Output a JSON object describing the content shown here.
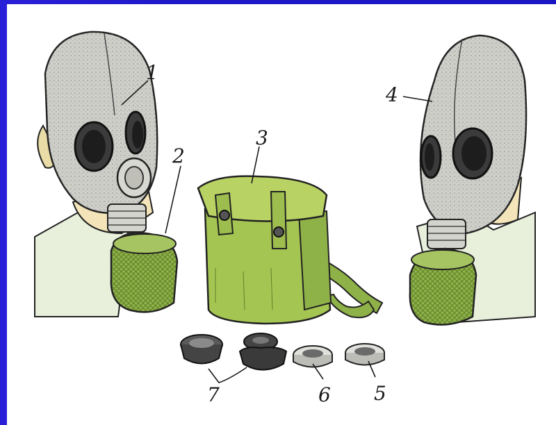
{
  "labels": {
    "mask_left": "1",
    "canister_left": "2",
    "bag": "3",
    "mask_right": "4",
    "insert_a": "5",
    "insert_b": "6",
    "inserts_pair": "7"
  },
  "colors": {
    "background": "#1f18c9",
    "canvas": "#ffffff",
    "mask": "#cfcfca",
    "olive": "#8fb248",
    "skin": "#f3e4b9",
    "collar": "#e8f0dc",
    "ink": "#1a1a1a"
  }
}
